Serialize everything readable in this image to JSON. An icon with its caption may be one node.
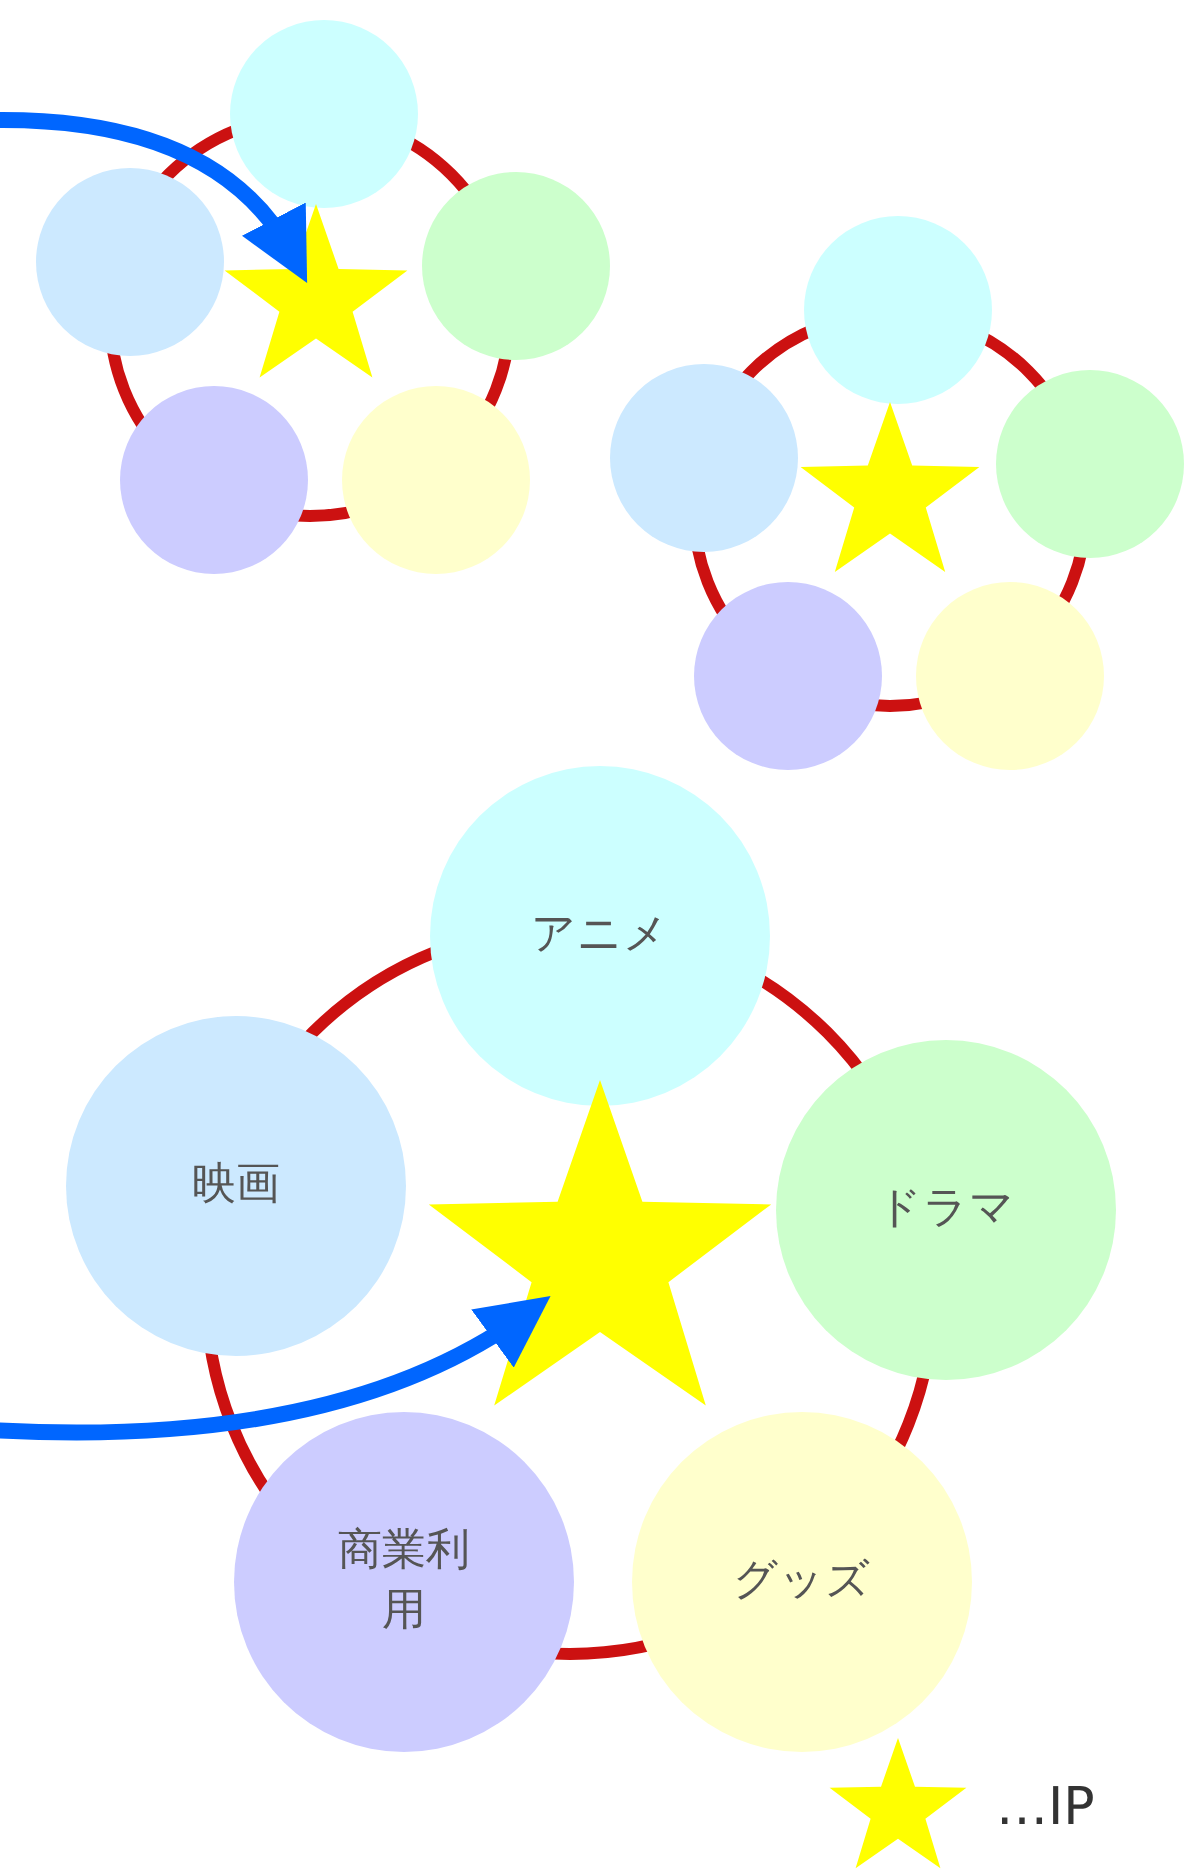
{
  "diagram": {
    "nodes": [
      {
        "text": [],
        "shape": "circle"
      },
      {
        "text": [],
        "shape": "circle"
      },
      {
        "text": [],
        "shape": "circle"
      },
      {
        "text": [],
        "shape": "circle"
      },
      {
        "text": [],
        "shape": "circle"
      },
      {
        "text": [],
        "shape": "star"
      },
      {
        "text": [],
        "shape": "circle"
      },
      {
        "text": [],
        "shape": "circle"
      },
      {
        "text": [],
        "shape": "circle"
      },
      {
        "text": [],
        "shape": "circle"
      },
      {
        "text": [],
        "shape": "circle"
      },
      {
        "text": [],
        "shape": "star"
      },
      {
        "text": [
          "アニメ"
        ]
      },
      {
        "text": [
          "映画"
        ]
      },
      {
        "text": [
          "ドラマ"
        ]
      },
      {
        "text": [
          "商業利用"
        ]
      },
      {
        "text": [
          "グッズ"
        ]
      },
      {
        "text": [],
        "shape": "star"
      }
    ],
    "edges": [
      {
        "from": null,
        "to": 5,
        "arrow": "to"
      },
      {
        "from": null,
        "to": 17,
        "arrow": "to"
      }
    ],
    "legend": [
      {
        "text": "…IP"
      }
    ]
  }
}
